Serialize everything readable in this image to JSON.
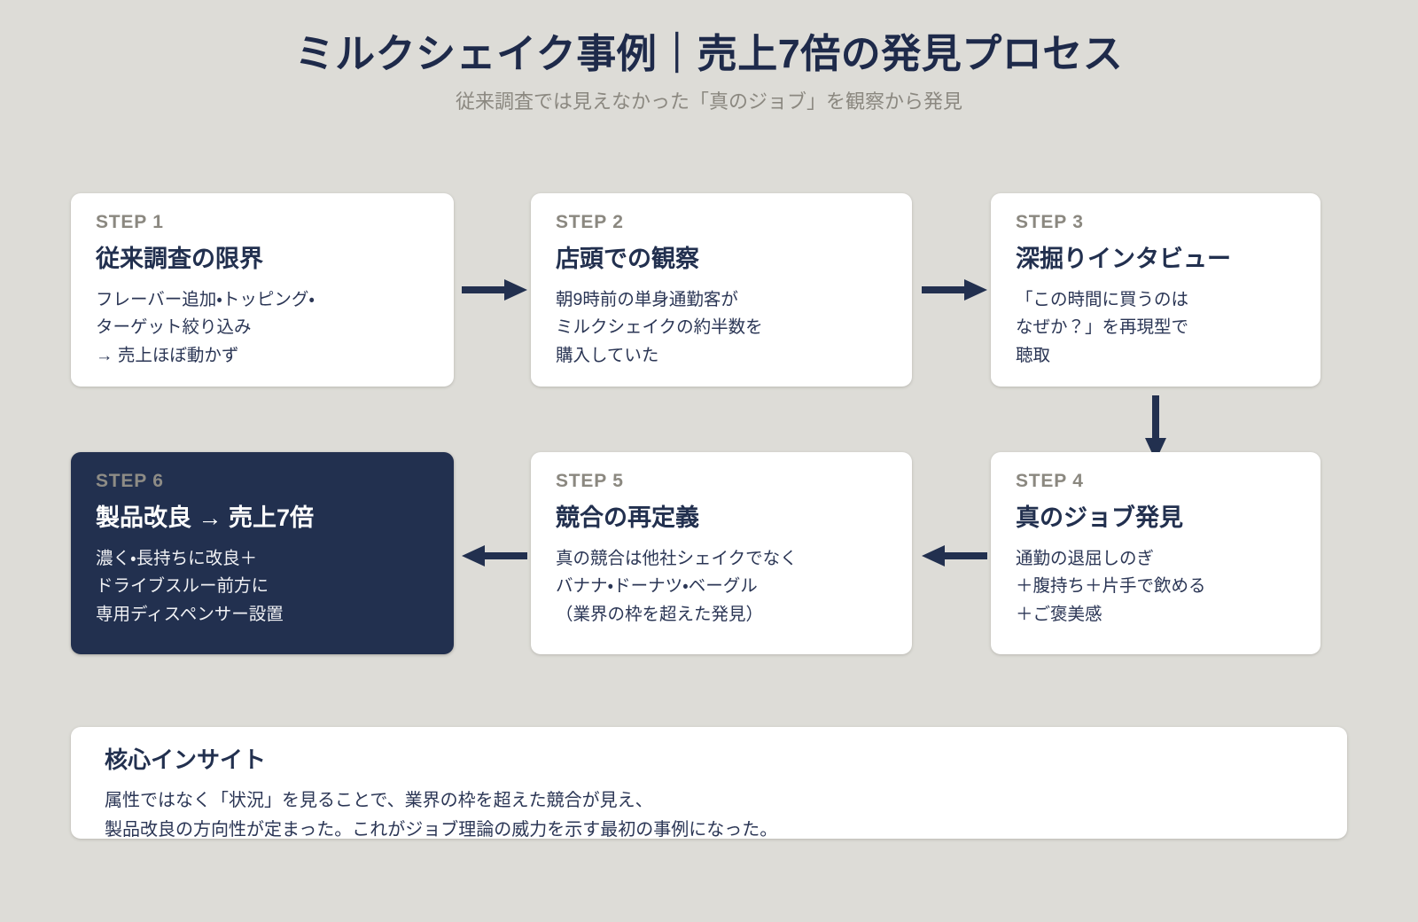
{
  "header": {
    "title": "ミルクシェイク事例｜売上7倍の発見プロセス",
    "subtitle": "従来調査では見えなかった「真のジョブ」を観察から発見"
  },
  "colors": {
    "background": "#dddcd7",
    "card_background": "#ffffff",
    "accent_navy": "#22304f",
    "step_label_gray": "#8b8880",
    "body_text": "#2b3655",
    "arrow": "#22304f"
  },
  "steps": [
    {
      "step_label": "STEP 1",
      "title": "従来調査の限界",
      "body": "フレーバー追加・トッピング・\nターゲット絞り込み\n→ 売上ほぼ動かず",
      "highlighted": false
    },
    {
      "step_label": "STEP 2",
      "title": "店頭での観察",
      "body": "朝9時前の単身通勤客が\nミルクシェイクの約半数を\n購入していた",
      "highlighted": false
    },
    {
      "step_label": "STEP 3",
      "title": "深掘りインタビュー",
      "body": "「この時間に買うのは\nなぜか？」を再現型で\n聴取",
      "highlighted": false
    },
    {
      "step_label": "STEP 4",
      "title": "真のジョブ発見",
      "body": "通勤の退屈しのぎ\n＋腹持ち＋片手で飲める\n＋ご褒美感",
      "highlighted": false
    },
    {
      "step_label": "STEP 5",
      "title": "競合の再定義",
      "body": "真の競合は他社シェイクでなく\nバナナ・ドーナツ・ベーグル\n（業界の枠を超えた発見）",
      "highlighted": false
    },
    {
      "step_label": "STEP 6",
      "title": "製品改良 → 売上7倍",
      "body": "濃く・長持ちに改良＋\nドライブスルー前方に\n専用ディスペンサー設置",
      "highlighted": true
    }
  ],
  "arrows": [
    {
      "name": "arrow-step1-to-step2",
      "direction": "right"
    },
    {
      "name": "arrow-step2-to-step3",
      "direction": "right"
    },
    {
      "name": "arrow-step3-to-step4",
      "direction": "down"
    },
    {
      "name": "arrow-step4-to-step5",
      "direction": "left"
    },
    {
      "name": "arrow-step5-to-step6",
      "direction": "left"
    }
  ],
  "insight": {
    "title": "核心インサイト",
    "body": "属性ではなく「状況」を見ることで、業界の枠を超えた競合が見え、\n製品改良の方向性が定まった。これがジョブ理論の威力を示す最初の事例になった。"
  }
}
